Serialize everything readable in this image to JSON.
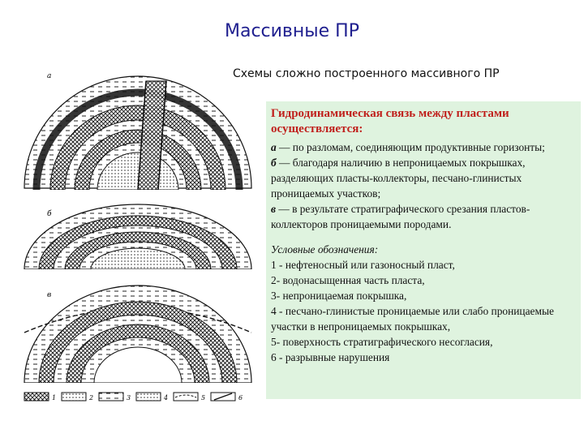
{
  "title": "Массивные ПР",
  "subtitle": "Схемы сложно построенного массивного ПР",
  "figure": {
    "panel_labels": [
      "а",
      "б",
      "в"
    ],
    "legend_numbers": [
      "1",
      "2",
      "3",
      "4",
      "5",
      "6"
    ]
  },
  "info": {
    "heading": "Гидродинамическая связь между пластами осуществляется:",
    "items": [
      {
        "letter": "а",
        "text": " — по разломам, соединяющим продуктивные горизонты;"
      },
      {
        "letter": "б",
        "text": " — благодаря наличию в непроницаемых покрышках, разделяющих пласты-коллекторы, песчано-глинистых проницаемых участков;"
      },
      {
        "letter": "в",
        "text": " — в результате стратиграфического срезания пластов-коллекторов проницаемыми породами."
      }
    ],
    "legend_title": "Условные обозначения",
    "legend_items": [
      "1 - нефтеносный или газоносный пласт,",
      "2- водонасыщенная часть пласта,",
      "3- непроницаемая покрышка,",
      "4 - песчано-глинистые проницаемые или слабо проницаемые участки в непроницаемых покрышках,",
      "5- поверхность стратиграфического несогласия,",
      "6 - разрывные нарушения"
    ]
  },
  "colors": {
    "title": "#1f1f8f",
    "heading": "#c0211d",
    "box_background": "#dff3df"
  }
}
